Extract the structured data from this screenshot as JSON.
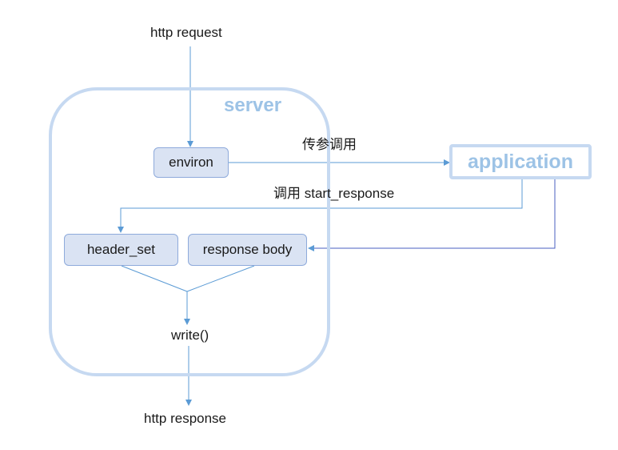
{
  "diagram": {
    "server_label": "server",
    "application_label": "application",
    "nodes": {
      "http_request": "http request",
      "environ": "environ",
      "header_set": "header_set",
      "response_body": "response body",
      "write": "write()",
      "http_response": "http response"
    },
    "edges": {
      "pass_params": "传参调用",
      "call_start_response": "调用 start_response"
    }
  },
  "colors": {
    "arrow": "#5b9bd5",
    "node_fill": "#dae3f3",
    "node_border": "#8eaadb",
    "container_border": "#c6d9f1",
    "container_title": "#9dc3e6"
  }
}
